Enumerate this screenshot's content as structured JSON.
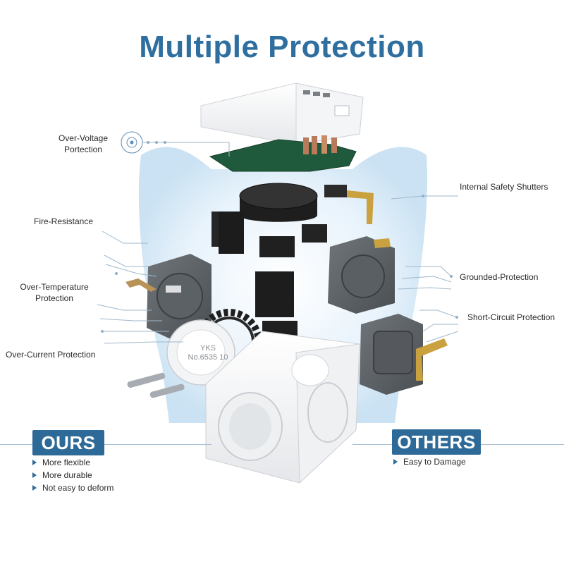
{
  "title": "Multiple Protection",
  "labels": {
    "over_voltage": "Over-Voltage\nPortection",
    "fire_resistance": "Fire-Resistance",
    "over_temperature": "Over-Temperature\nProtection",
    "over_current": "Over-Current Protection",
    "internal_shutters": "Internal Safety Shutters",
    "grounded": "Grounded-Protection",
    "short_circuit": "Short-Circuit Protection"
  },
  "plug_marking": "YKS\nNo.6535 10",
  "ours": {
    "badge": "OURS",
    "items": [
      "More flexible",
      "More durable",
      "Not easy to deform"
    ]
  },
  "others": {
    "badge": "OTHERS",
    "items": [
      "Easy to Damage"
    ]
  },
  "colors": {
    "accent": "#2e6a97",
    "title": "#2e6fa0",
    "glow": "#d9ebf7"
  }
}
